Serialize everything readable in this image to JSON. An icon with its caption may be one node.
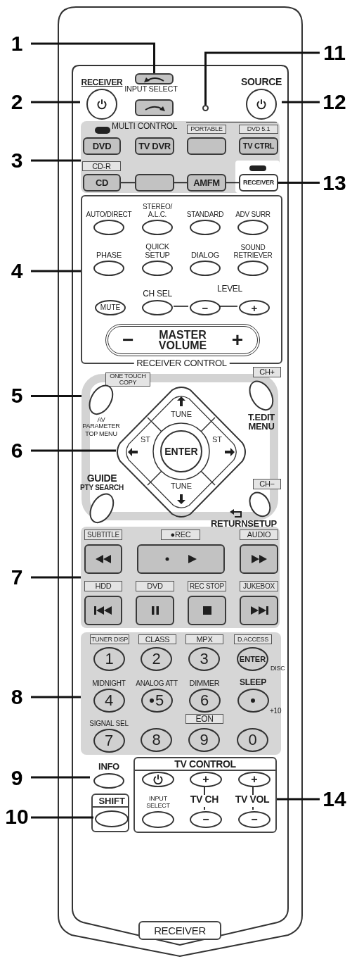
{
  "diagram": {
    "nodes": [
      {
        "text": [
          "1"
        ]
      },
      {
        "text": [
          "2"
        ]
      },
      {
        "text": [
          "3"
        ]
      },
      {
        "text": [
          "4"
        ]
      },
      {
        "text": [
          "5"
        ]
      },
      {
        "text": [
          "6"
        ]
      },
      {
        "text": [
          "7"
        ]
      },
      {
        "text": [
          "8"
        ]
      },
      {
        "text": [
          "9"
        ]
      },
      {
        "text": [
          "10"
        ]
      },
      {
        "text": [
          "11"
        ]
      },
      {
        "text": [
          "12"
        ]
      },
      {
        "text": [
          "13"
        ]
      },
      {
        "text": [
          "14"
        ]
      },
      {
        "text": [
          "RECEIVER"
        ]
      },
      {
        "text": [],
        "shape": "button"
      },
      {
        "text": [],
        "shape": "button"
      },
      {
        "text": [],
        "shape": "circle"
      },
      {
        "text": [
          "SOURCE"
        ]
      },
      {
        "text": [
          "MULTI CONTROL"
        ]
      },
      {
        "text": [
          "PORTABLE"
        ],
        "in": 19
      },
      {
        "text": [
          "DVD 5.1"
        ],
        "in": 19
      },
      {
        "text": [
          "DVD"
        ],
        "in": 19
      },
      {
        "text": [
          "TV DVR"
        ],
        "in": 19
      },
      {
        "text": [],
        "shape": "button",
        "in": 19
      },
      {
        "text": [
          "TV CTRL"
        ],
        "in": 19
      },
      {
        "text": [
          "CD-R"
        ],
        "in": 19
      },
      {
        "text": [
          "CD"
        ],
        "in": 19
      },
      {
        "text": [],
        "shape": "button",
        "in": 19
      },
      {
        "text": [
          "AMFM"
        ],
        "in": 19
      },
      {
        "text": [
          "RECEIVER"
        ],
        "in": 19
      },
      {
        "text": [
          "RECEIVER CONTROL"
        ]
      },
      {
        "text": [
          "AUTO/DIRECT"
        ],
        "in": 31
      },
      {
        "text": [
          "STEREO/ A.L.C."
        ],
        "in": 31
      },
      {
        "text": [
          "STANDARD"
        ],
        "in": 31
      },
      {
        "text": [
          "ADV SURR"
        ],
        "in": 31
      },
      {
        "text": [
          "PHASE"
        ],
        "in": 31
      },
      {
        "text": [
          "QUICK SETUP"
        ],
        "in": 31
      },
      {
        "text": [
          "DIALOG"
        ],
        "in": 31
      },
      {
        "text": [
          "SOUND RETRIEVER"
        ],
        "in": 31
      },
      {
        "text": [
          "MUTE"
        ],
        "in": 31
      },
      {
        "text": [
          "CH SEL"
        ],
        "in": 31
      },
      {
        "text": [
          "−"
        ],
        "in": 31
      },
      {
        "text": [
          "+"
        ],
        "in": 31
      },
      {
        "text": [
          "−",
          "MASTER VOLUME",
          "+"
        ],
        "in": 31
      },
      {
        "text": [
          "ONE TOUCH COPY"
        ]
      },
      {
        "text": [
          "AV PARAMETER",
          "TOP MENU"
        ]
      },
      {
        "text": [
          "CH+"
        ]
      },
      {
        "text": [
          "T.EDIT MENU"
        ]
      },
      {
        "text": [
          "TUNE",
          "ST",
          "ST",
          "TUNE"
        ]
      },
      {
        "text": [
          "ENTER"
        ],
        "in": 49
      },
      {
        "text": [
          "GUIDE",
          "PTY SEARCH"
        ]
      },
      {
        "text": [
          "CH−"
        ]
      },
      {
        "text": [
          "RETURNSETUP"
        ]
      },
      {
        "text": [],
        "shape": "box"
      },
      {
        "text": [
          "SUBTITLE"
        ],
        "in": 54
      },
      {
        "text": [
          "●REC"
        ],
        "in": 54
      },
      {
        "text": [
          "AUDIO"
        ],
        "in": 54
      },
      {
        "text": [],
        "shape": "button",
        "in": 54
      },
      {
        "text": [],
        "shape": "button",
        "in": 54
      },
      {
        "text": [],
        "shape": "button",
        "in": 54
      },
      {
        "text": [
          "HDD"
        ],
        "in": 54
      },
      {
        "text": [
          "DVD"
        ],
        "in": 54
      },
      {
        "text": [
          "REC STOP"
        ],
        "in": 54
      },
      {
        "text": [
          "JUKEBOX"
        ],
        "in": 54
      },
      {
        "text": [],
        "shape": "button",
        "in": 54
      },
      {
        "text": [],
        "shape": "button",
        "in": 54
      },
      {
        "text": [],
        "shape": "button",
        "in": 54
      },
      {
        "text": [],
        "shape": "button",
        "in": 54
      },
      {
        "text": [],
        "shape": "box"
      },
      {
        "text": [
          "TUNER DISP"
        ],
        "in": 69
      },
      {
        "text": [
          "CLASS"
        ],
        "in": 69
      },
      {
        "text": [
          "MPX"
        ],
        "in": 69
      },
      {
        "text": [
          "D.ACCESS"
        ],
        "in": 69
      },
      {
        "text": [
          "1"
        ],
        "in": 69
      },
      {
        "text": [
          "2"
        ],
        "in": 69
      },
      {
        "text": [
          "3"
        ],
        "in": 69
      },
      {
        "text": [
          "ENTER"
        ],
        "in": 69,
        "beside": [
          "DISC"
        ]
      },
      {
        "text": [
          "MIDNIGHT",
          "4"
        ],
        "in": 69
      },
      {
        "text": [
          "ANALOG ATT",
          "5"
        ],
        "in": 69
      },
      {
        "text": [
          "DIMMER",
          "6"
        ],
        "in": 69
      },
      {
        "text": [
          "SLEEP"
        ],
        "in": 69,
        "beside": [
          "+10"
        ]
      },
      {
        "text": [
          "EON"
        ],
        "in": 69
      },
      {
        "text": [
          "SIGNAL SEL",
          "7"
        ],
        "in": 69
      },
      {
        "text": [
          "8"
        ],
        "in": 69
      },
      {
        "text": [
          "9"
        ],
        "in": 69
      },
      {
        "text": [
          "0"
        ],
        "in": 69
      },
      {
        "text": [
          "INFO"
        ]
      },
      {
        "text": [
          "SHIFT"
        ]
      },
      {
        "text": [],
        "shape": "button",
        "in": 88
      },
      {
        "text": [
          "TV CONTROL"
        ]
      },
      {
        "text": [],
        "shape": "button",
        "in": 90
      },
      {
        "text": [
          "+"
        ],
        "in": 90
      },
      {
        "text": [
          "+"
        ],
        "in": 90
      },
      {
        "text": [
          "INPUT SELECT"
        ],
        "in": 90
      },
      {
        "text": [
          "−"
        ],
        "in": 90
      },
      {
        "text": [
          "−"
        ],
        "in": 90
      },
      {
        "text": [
          "RECEIVER"
        ]
      }
    ],
    "edges": [
      {
        "from": 0,
        "to": 15,
        "arrow": "none"
      },
      {
        "from": 1,
        "to": 14,
        "arrow": "none"
      },
      {
        "from": 2,
        "to": 19,
        "arrow": "none"
      },
      {
        "from": 3,
        "to": 31,
        "arrow": "none"
      },
      {
        "from": 4,
        "to": 46,
        "arrow": "none"
      },
      {
        "from": 5,
        "to": 49,
        "arrow": "none"
      },
      {
        "from": 6,
        "to": 54,
        "arrow": "none"
      },
      {
        "from": 7,
        "to": 69,
        "arrow": "none"
      },
      {
        "from": 8,
        "to": 87,
        "arrow": "none"
      },
      {
        "from": 9,
        "to": 89,
        "arrow": "none"
      },
      {
        "from": 10,
        "to": 17,
        "arrow": "none"
      },
      {
        "from": 11,
        "to": 18,
        "arrow": "none"
      },
      {
        "from": 12,
        "to": 30,
        "arrow": "none"
      },
      {
        "from": 13,
        "to": 90,
        "arrow": "none"
      },
      {
        "from": 27,
        "to": 28,
        "arrow": "none"
      },
      {
        "from": 28,
        "to": 29,
        "arrow": "none"
      },
      {
        "from": 29,
        "to": 30,
        "arrow": "none"
      },
      {
        "from": 41,
        "to": 42,
        "arrow": "none"
      },
      {
        "from": 42,
        "to": 43,
        "arrow": "none"
      }
    ],
    "labels": [
      "INPUT SELECT",
      "LEVEL",
      "TV CH",
      "TV VOL"
    ]
  }
}
